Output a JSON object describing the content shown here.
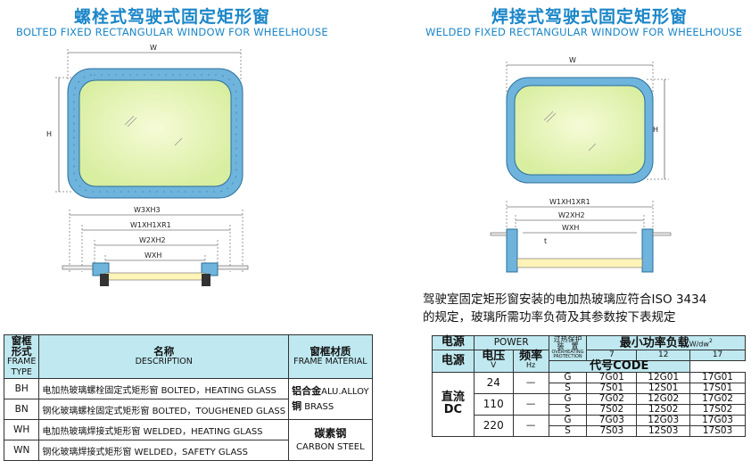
{
  "left": {
    "title_cn": "螺栓式驾驶式固定矩形窗",
    "title_en": "BOLTED FIXED RECTANGULAR WINDOW FOR WHEELHOUSE",
    "dims": {
      "w": "W",
      "h": "H",
      "w3xh3": "W3XH3",
      "w1xh1xr1": "W1XH1XR1",
      "w2xh2": "W2XH2",
      "wxh": "WXH"
    }
  },
  "right": {
    "title_cn": "焊接式驾驶式固定矩形窗",
    "title_en": "WELDED FIXED RECTANGULAR WINDOW FOR WHEELHOUSE",
    "dims": {
      "w": "W",
      "h": "H",
      "w1xh1xr1": "W1XH1XR1",
      "w2xh2": "W2XH2",
      "wxh": "WXH",
      "t": "t"
    }
  },
  "note": {
    "line1": "驾驶室固定矩形窗安装的电加热玻璃应符合ISO 3434",
    "line2": "的规定，玻璃所需功率负荷及其参数按下表规定"
  },
  "frame_table": {
    "headers": [
      {
        "cn": "窗框形式",
        "en": "FRAME TYPE"
      },
      {
        "cn": "名称",
        "en": "DESCRIPTION"
      },
      {
        "cn": "窗框材质",
        "en": "FRAME MATERIAL"
      }
    ],
    "rows": [
      {
        "type": "BH",
        "desc_cn": "电加热玻璃螺栓固定式矩形窗",
        "desc_en": "BOLTED，HEATING GLASS"
      },
      {
        "type": "BN",
        "desc_cn": "钢化玻璃螺栓固定式矩形窗",
        "desc_en": "BOLTED，TOUGHENED GLASS"
      },
      {
        "type": "WH",
        "desc_cn": "电加热玻璃焊接式矩形窗",
        "desc_en": "WELDED，HEATING GLASS"
      },
      {
        "type": "WN",
        "desc_cn": "钢化玻璃焊接式矩形窗",
        "desc_en": "WELDED，SAFETY GLASS"
      }
    ],
    "materials": [
      {
        "cn": "铝合金",
        "en": "ALU.ALLOY"
      },
      {
        "cn": "铜",
        "en": "BRASS"
      },
      {
        "cn": "碳素钢",
        "en": "CARBON STEEL"
      }
    ]
  },
  "power_table": {
    "power_cn": "电源",
    "power_en": "POWER",
    "protection_cn": "过热保护装　置",
    "protection_en": "OVERHEATING PROTECTION",
    "min_power_cn": "最小功率负载",
    "min_power_unit": "W/dw",
    "min_power_sup": "2",
    "power_levels": [
      "7",
      "12",
      "17"
    ],
    "source": "电源",
    "voltage_cn": "电压",
    "voltage_unit": "V",
    "freq_cn": "频率",
    "freq_unit": "Hz",
    "code_label": "代号CODE",
    "dc_cn": "直流",
    "dc_en": "DC",
    "dash": "—",
    "groups": [
      {
        "voltage": "24",
        "rows": [
          [
            "G",
            "7G01",
            "12G01",
            "17G01"
          ],
          [
            "S",
            "7S01",
            "12S01",
            "17S01"
          ]
        ]
      },
      {
        "voltage": "110",
        "rows": [
          [
            "G",
            "7G02",
            "12G02",
            "17G02"
          ],
          [
            "S",
            "7S02",
            "12S02",
            "17S02"
          ]
        ]
      },
      {
        "voltage": "220",
        "rows": [
          [
            "G",
            "7G03",
            "12G03",
            "17G03"
          ],
          [
            "S",
            "7S03",
            "12S03",
            "17S03"
          ]
        ]
      }
    ]
  }
}
